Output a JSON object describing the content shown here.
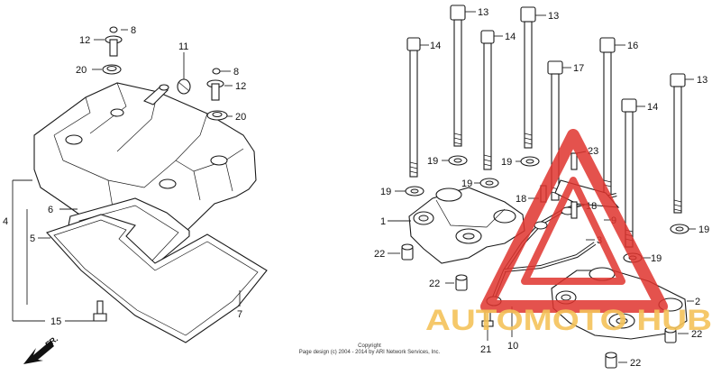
{
  "callouts": {
    "c1": "1",
    "c2": "2",
    "c3": "3",
    "c4": "4",
    "c5": "5",
    "c6": "6",
    "c7": "7",
    "c8a": "8",
    "c8b": "8",
    "c9": "9",
    "c10": "10",
    "c11": "11",
    "c12a": "12",
    "c12b": "12",
    "c13a": "13",
    "c13b": "13",
    "c13c": "13",
    "c14a": "14",
    "c14b": "14",
    "c14c": "14",
    "c15": "15",
    "c16": "16",
    "c17": "17",
    "c18a": "18",
    "c18b": "18",
    "c19a": "19",
    "c19b": "19",
    "c19c": "19",
    "c19d": "19",
    "c19e": "19",
    "c19f": "19",
    "c20a": "20",
    "c20b": "20",
    "c21": "21",
    "c22a": "22",
    "c22b": "22",
    "c22c": "22",
    "c22d": "22",
    "c23": "23"
  },
  "front_marker": "FR.",
  "copyright": {
    "line1": "Copyright",
    "line2": "Page design (c) 2004 - 2014 by ARI Network Services, Inc."
  },
  "watermark": {
    "text": "AUTOMOTO HUB",
    "colors": {
      "triangle": "#e0342e",
      "text": "#f4c35a"
    }
  }
}
